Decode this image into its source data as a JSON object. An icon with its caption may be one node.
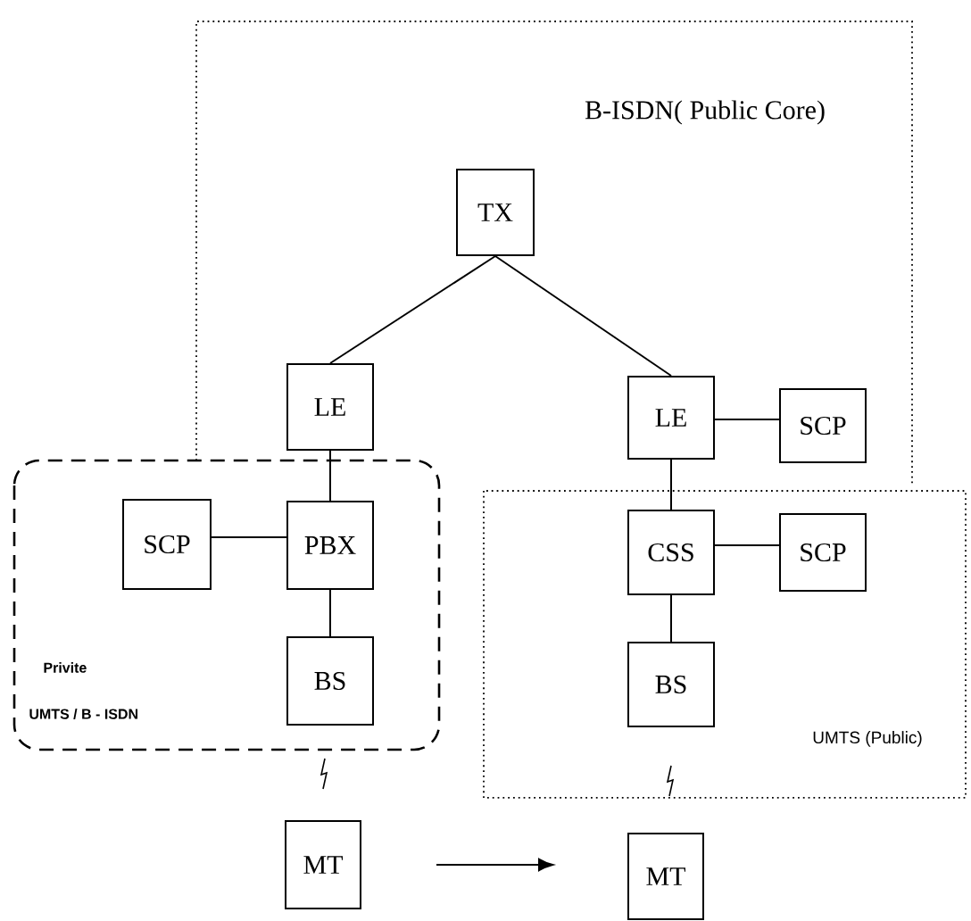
{
  "diagram": {
    "nodes": [
      {
        "text": [
          "B-ISDN( Public Core)"
        ]
      },
      {
        "text": [
          "TX"
        ],
        "in": 0
      },
      {
        "text": [
          "LE"
        ],
        "in": 0
      },
      {
        "text": [
          "LE"
        ],
        "in": 0
      },
      {
        "text": [
          "SCP"
        ],
        "in": 0
      },
      {
        "text": [
          "Privite",
          "UMTS / B - ISDN"
        ]
      },
      {
        "text": [
          "SCP"
        ],
        "in": 5
      },
      {
        "text": [
          "PBX"
        ],
        "in": 5
      },
      {
        "text": [
          "BS"
        ],
        "in": 5
      },
      {
        "text": [
          "UMTS (Public)"
        ]
      },
      {
        "text": [
          "CSS"
        ],
        "in": 9
      },
      {
        "text": [
          "SCP"
        ],
        "in": 9
      },
      {
        "text": [
          "BS"
        ],
        "in": 9
      },
      {
        "text": [
          "MT"
        ]
      },
      {
        "text": [
          "MT"
        ]
      }
    ],
    "edges": [
      {
        "from": 1,
        "to": 2,
        "arrow": "none"
      },
      {
        "from": 1,
        "to": 3,
        "arrow": "none"
      },
      {
        "from": 3,
        "to": 4,
        "arrow": "none"
      },
      {
        "from": 2,
        "to": 7,
        "arrow": "none"
      },
      {
        "from": 6,
        "to": 7,
        "arrow": "none"
      },
      {
        "from": 7,
        "to": 8,
        "arrow": "none"
      },
      {
        "from": 3,
        "to": 10,
        "arrow": "none"
      },
      {
        "from": 10,
        "to": 11,
        "arrow": "none"
      },
      {
        "from": 10,
        "to": 12,
        "arrow": "none"
      },
      {
        "from": 13,
        "to": 14,
        "arrow": "to"
      }
    ]
  }
}
